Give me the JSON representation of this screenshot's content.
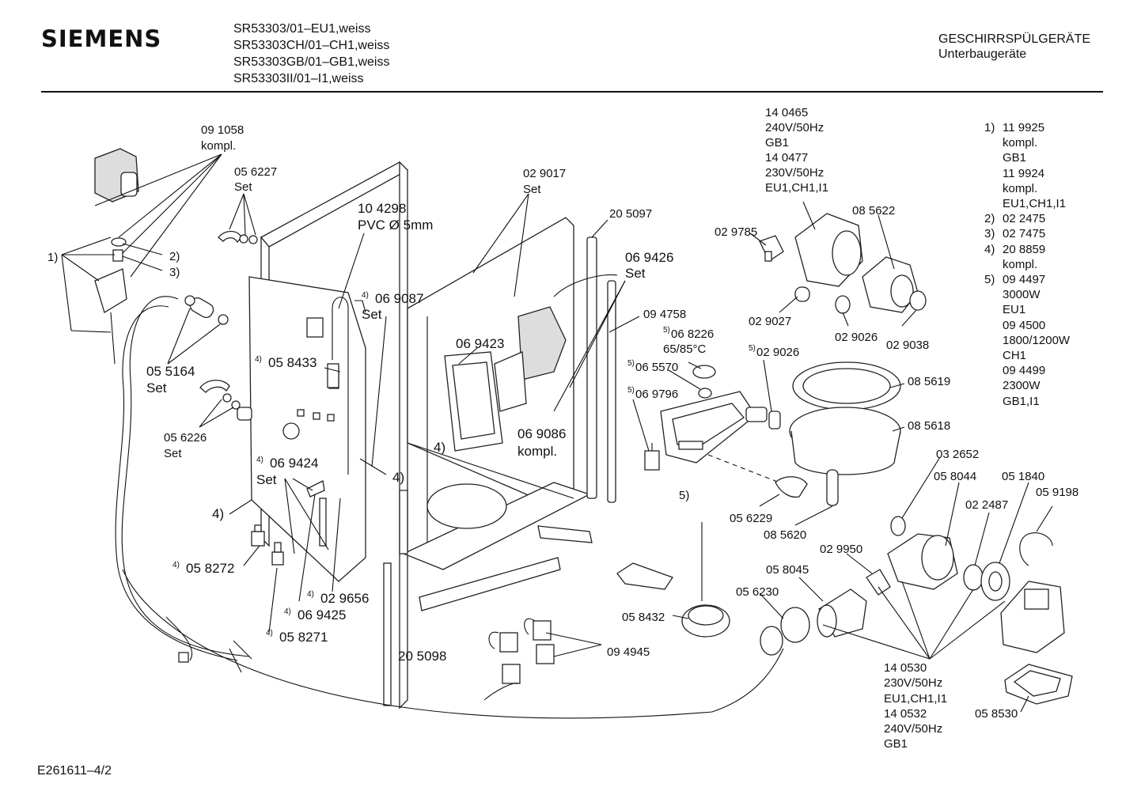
{
  "header": {
    "brand": "SIEMENS",
    "models": [
      "SR53303/01–EU1,weiss",
      "SR53303CH/01–CH1,weiss",
      "SR53303GB/01–GB1,weiss",
      "SR53303II/01–I1,weiss"
    ],
    "category": "GESCHIRRSPÜLGERÄTE",
    "subcategory": "Unterbaugeräte"
  },
  "footer": {
    "code": "E261611–4/2"
  },
  "legend": [
    {
      "key": "1)",
      "lines": [
        "11 9925",
        "kompl.",
        "GB1",
        "11 9924",
        "kompl.",
        "EU1,CH1,I1"
      ]
    },
    {
      "key": "2)",
      "lines": [
        "02 2475"
      ]
    },
    {
      "key": "3)",
      "lines": [
        "02 7475"
      ]
    },
    {
      "key": "4)",
      "lines": [
        "20 8859",
        "kompl."
      ]
    },
    {
      "key": "5)",
      "lines": [
        "09 4497",
        "3000W",
        "EU1",
        "09 4500",
        "1800/1200W",
        "CH1",
        "09 4499",
        "2300W",
        "GB1,I1"
      ]
    }
  ],
  "labels": {
    "p091058": "09 1058",
    "kompl": "kompl.",
    "p056227": "05 6227",
    "set": "Set",
    "p104298": "10 4298",
    "pvc": "PVC Ø 5mm",
    "p029017": "02 9017",
    "p205097": "20 5097",
    "p140465": "14 0465",
    "v240": "240V/50Hz",
    "gb1": "GB1",
    "p140477": "14 0477",
    "v230": "230V/50Hz",
    "eu1ch1i1": "EU1,CH1,I1",
    "p085622": "08 5622",
    "p029785": "02 9785",
    "p069426": "06 9426",
    "p069087": "06 9087",
    "p069423": "06 9423",
    "p094758": "09 4758",
    "p068226": "06 8226",
    "temp": "65/85°C",
    "p029027": "02 9027",
    "p029026": "02 9026",
    "p029038": "02 9038",
    "p065570": "06 5570",
    "p069796": "06 9796",
    "p085619": "08 5619",
    "p085618": "08 5618",
    "p055164": "05 5164",
    "p058433": "05 8433",
    "p056226": "05 6226",
    "p069424": "06 9424",
    "p069086": "06 9086",
    "p032652": "03 2652",
    "p058044": "05 8044",
    "p051840": "05 1840",
    "p059198": "05 9198",
    "p022487": "02 2487",
    "p056229": "05 6229",
    "p085620": "08 5620",
    "p029950": "02 9950",
    "p058045": "05 8045",
    "p056230": "05 6230",
    "p058272": "05 8272",
    "p029656": "02 9656",
    "p069425": "06 9425",
    "p058271": "05 8271",
    "p205098": "20 5098",
    "p094945": "09 4945",
    "p058432": "05 8432",
    "p140530": "14 0530",
    "p140532": "14 0532",
    "p058530": "05 8530",
    "c1": "1)",
    "c2": "2)",
    "c3": "3)",
    "c4": "4)",
    "c5": "5)",
    "s4": "4)",
    "s5": "5)"
  }
}
